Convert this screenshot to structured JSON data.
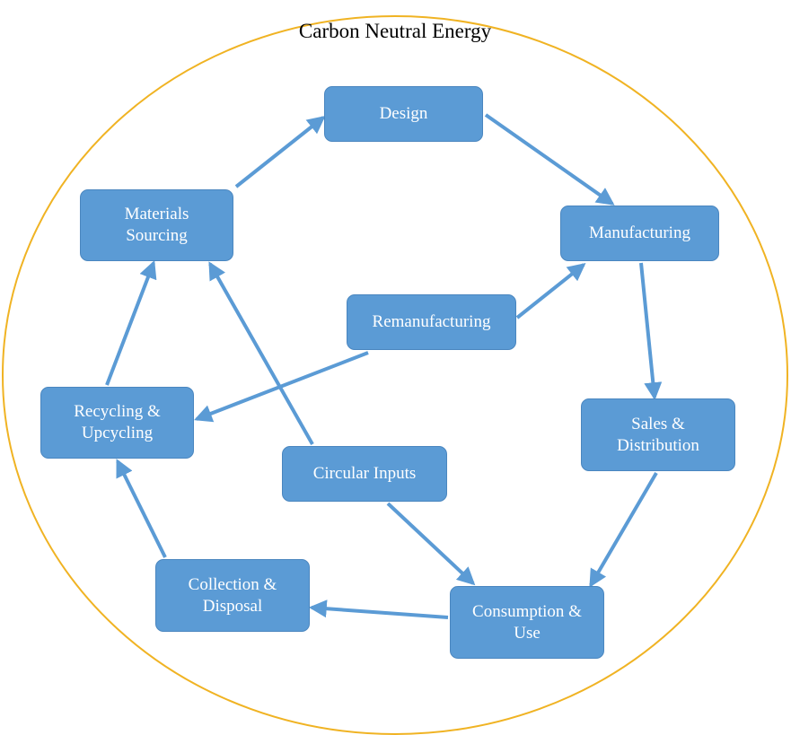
{
  "diagram": {
    "title": "Carbon Neutral Energy",
    "colors": {
      "node_fill": "#5b9bd5",
      "node_border": "#4a86bf",
      "arrow": "#5b9bd5",
      "boundary": "#f0b323",
      "node_text": "#ffffff"
    },
    "nodes": {
      "design": "Design",
      "manufacturing": "Manufacturing",
      "materials": "Materials\nSourcing",
      "remanufacturing": "Remanufacturing",
      "recycling": "Recycling &\nUpcycling",
      "sales": "Sales &\nDistribution",
      "circular": "Circular Inputs",
      "collection": "Collection &\nDisposal",
      "consumption": "Consumption &\nUse"
    },
    "edges": [
      {
        "from": "materials",
        "to": "design"
      },
      {
        "from": "design",
        "to": "manufacturing"
      },
      {
        "from": "manufacturing",
        "to": "sales"
      },
      {
        "from": "sales",
        "to": "consumption"
      },
      {
        "from": "consumption",
        "to": "collection"
      },
      {
        "from": "collection",
        "to": "recycling"
      },
      {
        "from": "recycling",
        "to": "materials"
      },
      {
        "from": "remanufacturing",
        "to": "manufacturing"
      },
      {
        "from": "remanufacturing",
        "to": "recycling"
      },
      {
        "from": "circular",
        "to": "materials"
      },
      {
        "from": "circular",
        "to": "consumption"
      }
    ]
  }
}
